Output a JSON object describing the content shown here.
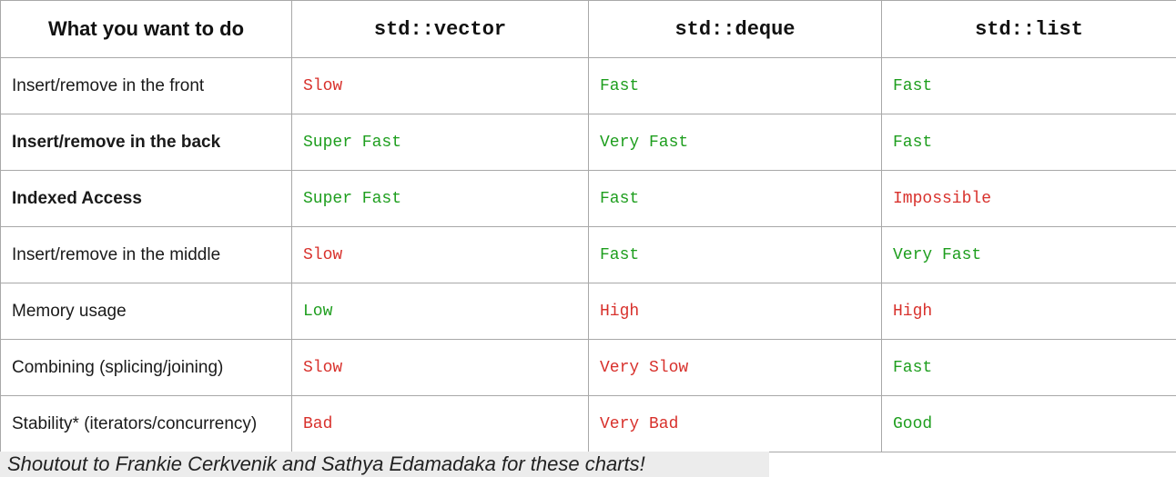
{
  "table": {
    "headers": [
      "What you want to do",
      "std::vector",
      "std::deque",
      "std::list"
    ],
    "rows": [
      {
        "task": "Insert/remove in the front",
        "bold": false,
        "cells": [
          {
            "text": "Slow",
            "tone": "bad"
          },
          {
            "text": "Fast",
            "tone": "good"
          },
          {
            "text": "Fast",
            "tone": "good"
          }
        ]
      },
      {
        "task": "Insert/remove in the back",
        "bold": true,
        "cells": [
          {
            "text": "Super Fast",
            "tone": "good"
          },
          {
            "text": "Very Fast",
            "tone": "good"
          },
          {
            "text": "Fast",
            "tone": "good"
          }
        ]
      },
      {
        "task": "Indexed Access",
        "bold": true,
        "cells": [
          {
            "text": "Super Fast",
            "tone": "good"
          },
          {
            "text": "Fast",
            "tone": "good"
          },
          {
            "text": "Impossible",
            "tone": "bad"
          }
        ]
      },
      {
        "task": "Insert/remove in the middle",
        "bold": false,
        "cells": [
          {
            "text": "Slow",
            "tone": "bad"
          },
          {
            "text": "Fast",
            "tone": "good"
          },
          {
            "text": "Very Fast",
            "tone": "good"
          }
        ]
      },
      {
        "task": "Memory usage",
        "bold": false,
        "cells": [
          {
            "text": "Low",
            "tone": "good"
          },
          {
            "text": "High",
            "tone": "bad"
          },
          {
            "text": "High",
            "tone": "bad"
          }
        ]
      },
      {
        "task": "Combining (splicing/joining)",
        "bold": false,
        "cells": [
          {
            "text": "Slow",
            "tone": "bad"
          },
          {
            "text": "Very Slow",
            "tone": "bad"
          },
          {
            "text": "Fast",
            "tone": "good"
          }
        ]
      },
      {
        "task": "Stability* (iterators/concurrency)",
        "bold": false,
        "cells": [
          {
            "text": "Bad",
            "tone": "bad"
          },
          {
            "text": "Very Bad",
            "tone": "bad"
          },
          {
            "text": "Good",
            "tone": "good"
          }
        ]
      }
    ]
  },
  "caption": "Shoutout to Frankie Cerkvenik and Sathya Edamadaka for these charts!",
  "colors": {
    "good": "#1e9e1e",
    "bad": "#d8312c",
    "border": "#a8a8a8",
    "caption_bg": "#ececec"
  }
}
